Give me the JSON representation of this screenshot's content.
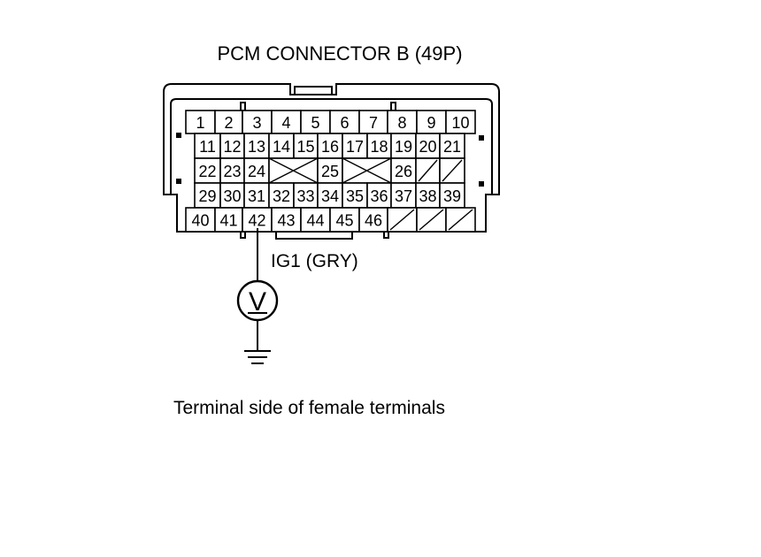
{
  "title": "PCM CONNECTOR B (49P)",
  "wire_label": "IG1 (GRY)",
  "caption": "Terminal side of female terminals",
  "meter_symbol": "V",
  "ground_icon": "ground-symbol-icon",
  "voltmeter_icon": "voltmeter-icon",
  "probed_terminal": "42",
  "rows": [
    [
      "1",
      "2",
      "3",
      "4",
      "5",
      "6",
      "7",
      "8",
      "9",
      "10"
    ],
    [
      "11",
      "12",
      "13",
      "14",
      "15",
      "16",
      "17",
      "18",
      "19",
      "20",
      "21"
    ],
    [
      "22",
      "23",
      "24",
      "",
      "25",
      "",
      "26",
      "",
      ""
    ],
    [
      "29",
      "30",
      "31",
      "32",
      "33",
      "34",
      "35",
      "36",
      "37",
      "38",
      "39"
    ],
    [
      "40",
      "41",
      "42",
      "43",
      "44",
      "45",
      "46",
      "",
      "",
      ""
    ]
  ]
}
